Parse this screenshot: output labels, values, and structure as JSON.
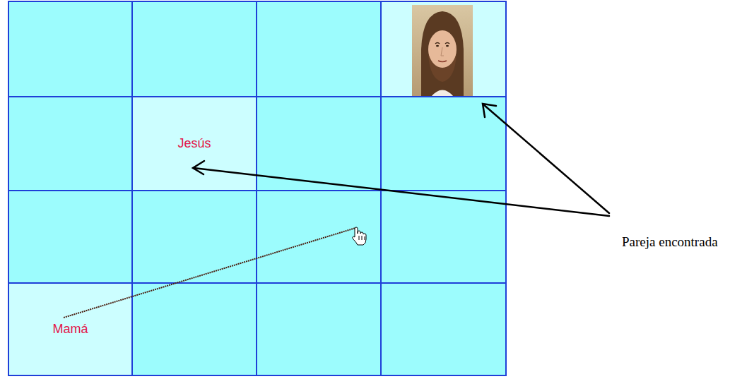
{
  "diagram": {
    "nodes": [
      {
        "text": [
          "Jesús"
        ]
      },
      {
        "text": [
          "Mamá"
        ]
      }
    ],
    "labels": [
      "Pareja encontrada"
    ]
  }
}
